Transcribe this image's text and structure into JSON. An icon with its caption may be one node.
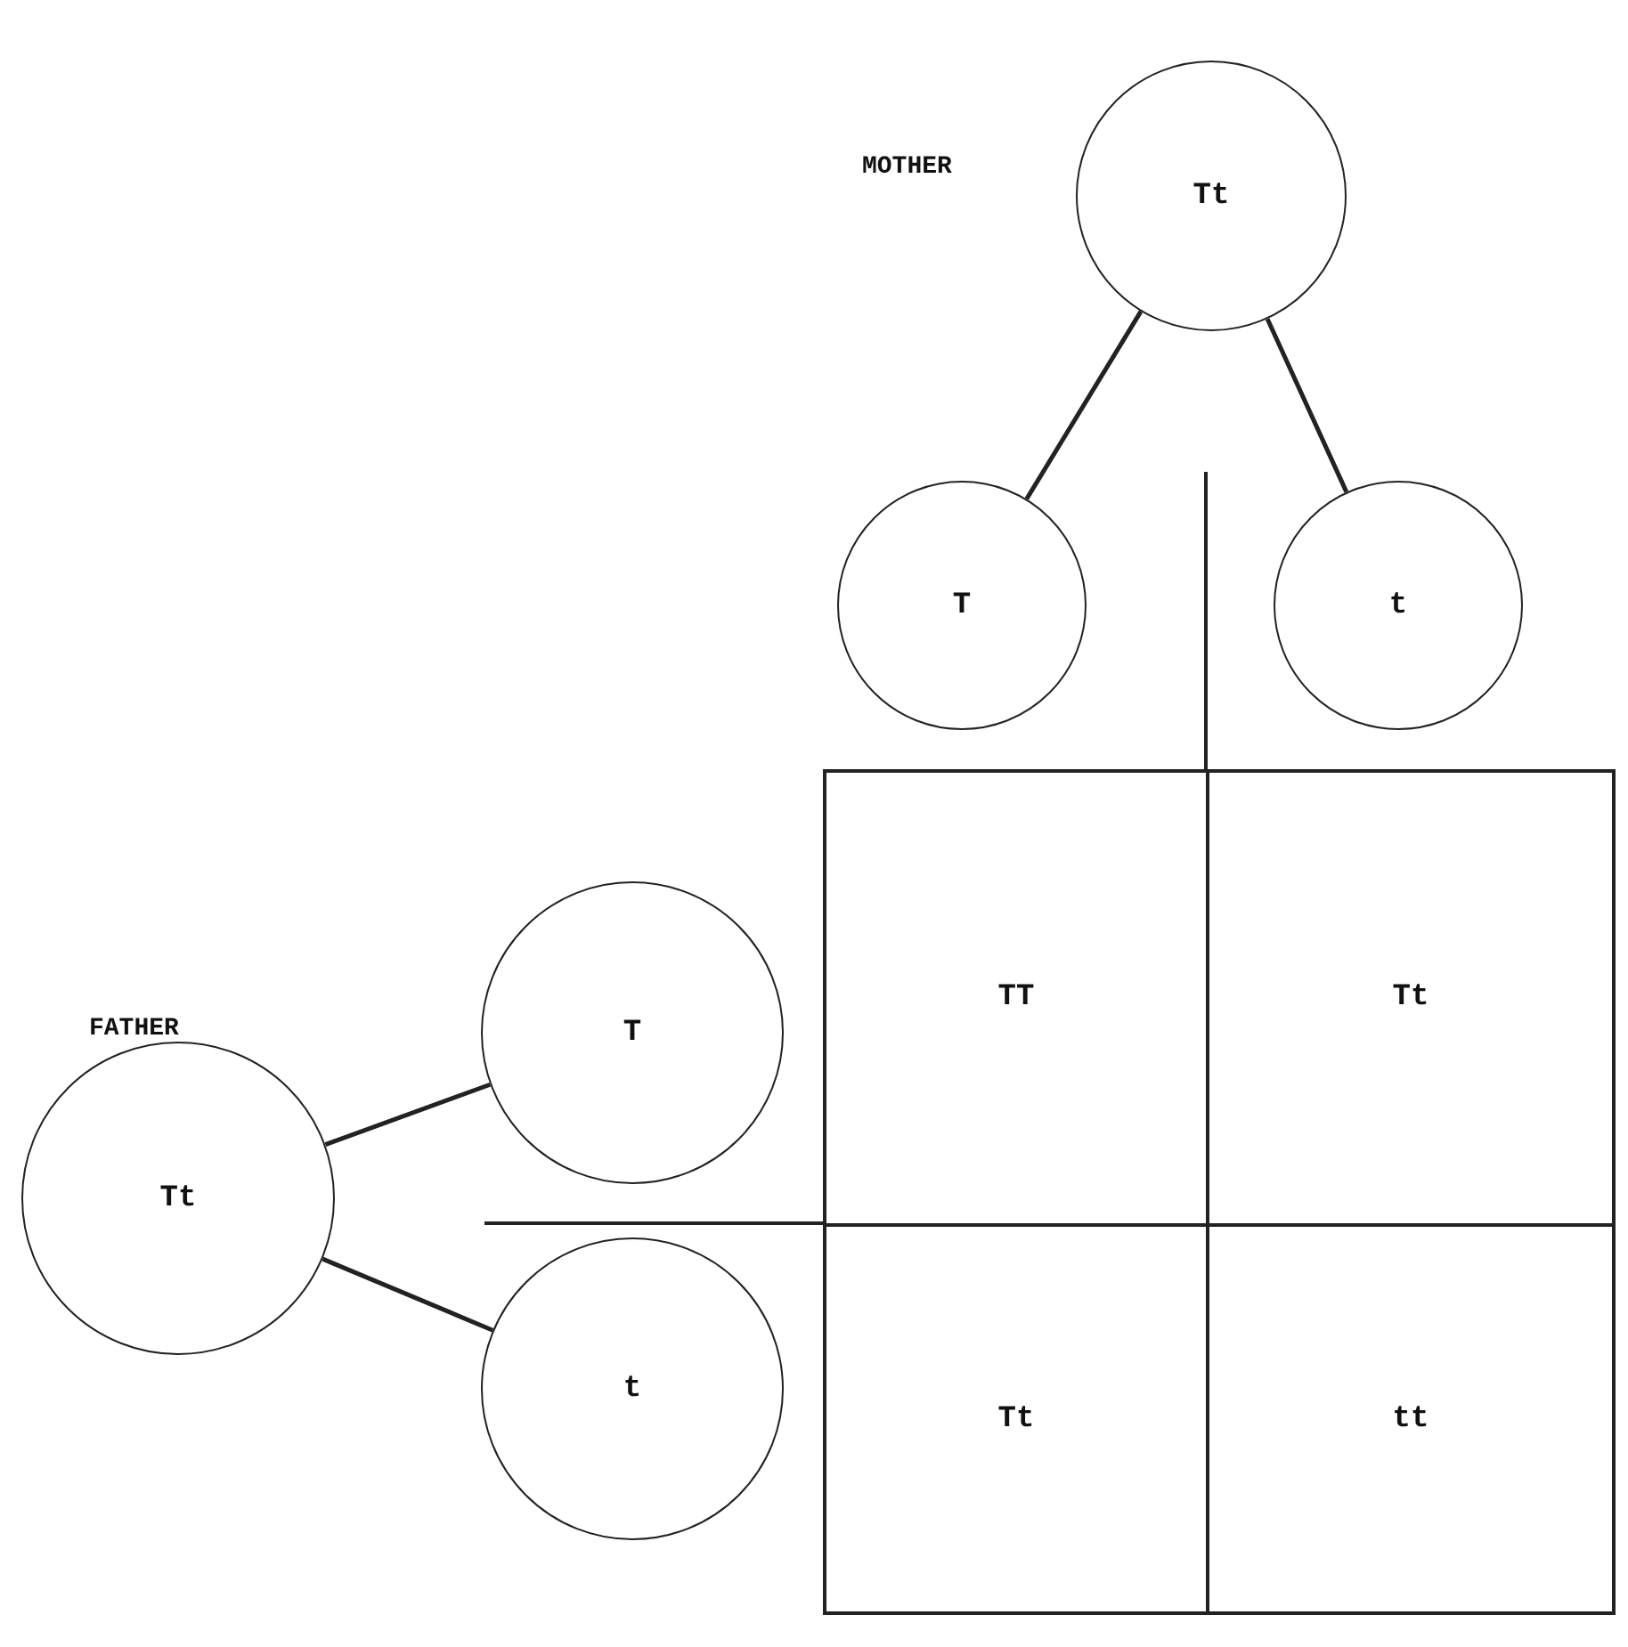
{
  "diagram": {
    "nodes": [
      {
        "text": [
          "MOTHER",
          "Tt"
        ]
      },
      {
        "text": [
          "T"
        ]
      },
      {
        "text": [
          "t"
        ]
      },
      {
        "text": [
          "FATHER",
          "Tt"
        ]
      },
      {
        "text": [
          "T"
        ]
      },
      {
        "text": [
          "t"
        ]
      },
      {
        "text": [
          "TT"
        ]
      },
      {
        "text": [
          "Tt"
        ]
      },
      {
        "text": [
          "Tt"
        ]
      },
      {
        "text": [
          "tt"
        ]
      }
    ],
    "edges": [
      {
        "from": 0,
        "to": 1,
        "arrow": "none"
      },
      {
        "from": 0,
        "to": 2,
        "arrow": "none"
      },
      {
        "from": 3,
        "to": 4,
        "arrow": "none"
      },
      {
        "from": 3,
        "to": 5,
        "arrow": "none"
      }
    ]
  }
}
